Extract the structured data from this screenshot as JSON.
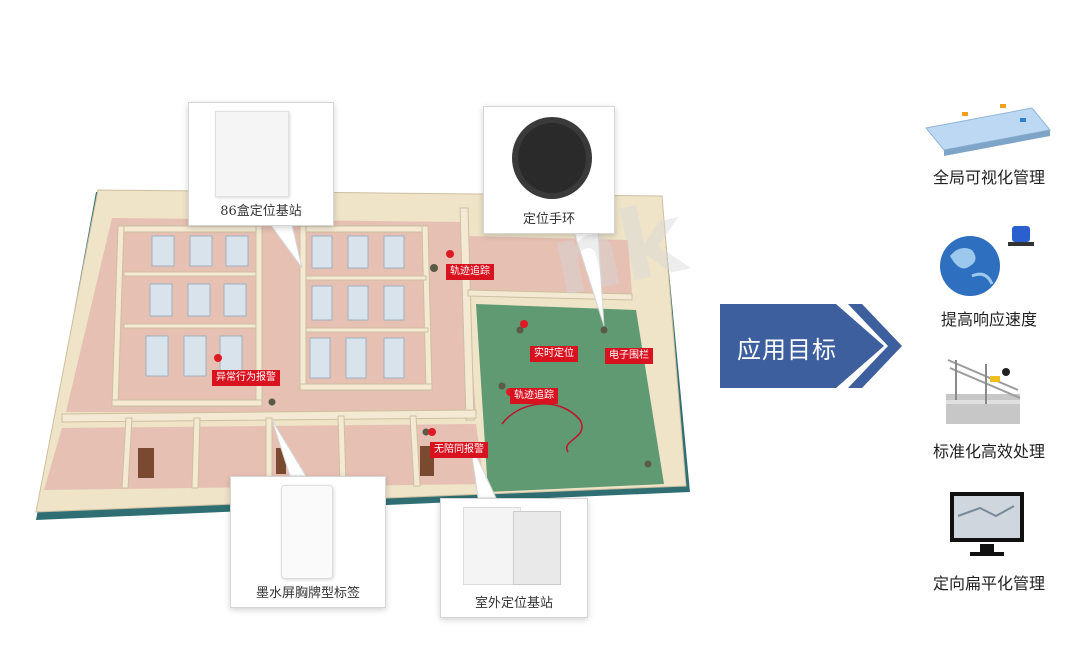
{
  "callouts": {
    "station86": "86盒定位基站",
    "wristband": "定位手环",
    "badge": "墨水屏胸牌型标签",
    "outdoor_station": "室外定位基站"
  },
  "tags": {
    "trajectory1": "轨迹追踪",
    "abnormal": "异常行为报警",
    "realtime": "实时定位",
    "fence": "电子围栏",
    "trajectory2": "轨迹追踪",
    "noattend": "无陪同报警"
  },
  "arrow": {
    "label": "应用目标"
  },
  "goals": [
    {
      "label": "全局可视化管理"
    },
    {
      "label": "提高响应速度"
    },
    {
      "label": "标准化高效处理"
    },
    {
      "label": "定向扁平化管理"
    }
  ],
  "colors": {
    "arrow_fill": "#3d5f9e",
    "tag_red": "#d9121f",
    "floor_pink": "#e6c0b3",
    "yard_green": "#5f9a72",
    "wall_beige": "#efe3c8"
  }
}
